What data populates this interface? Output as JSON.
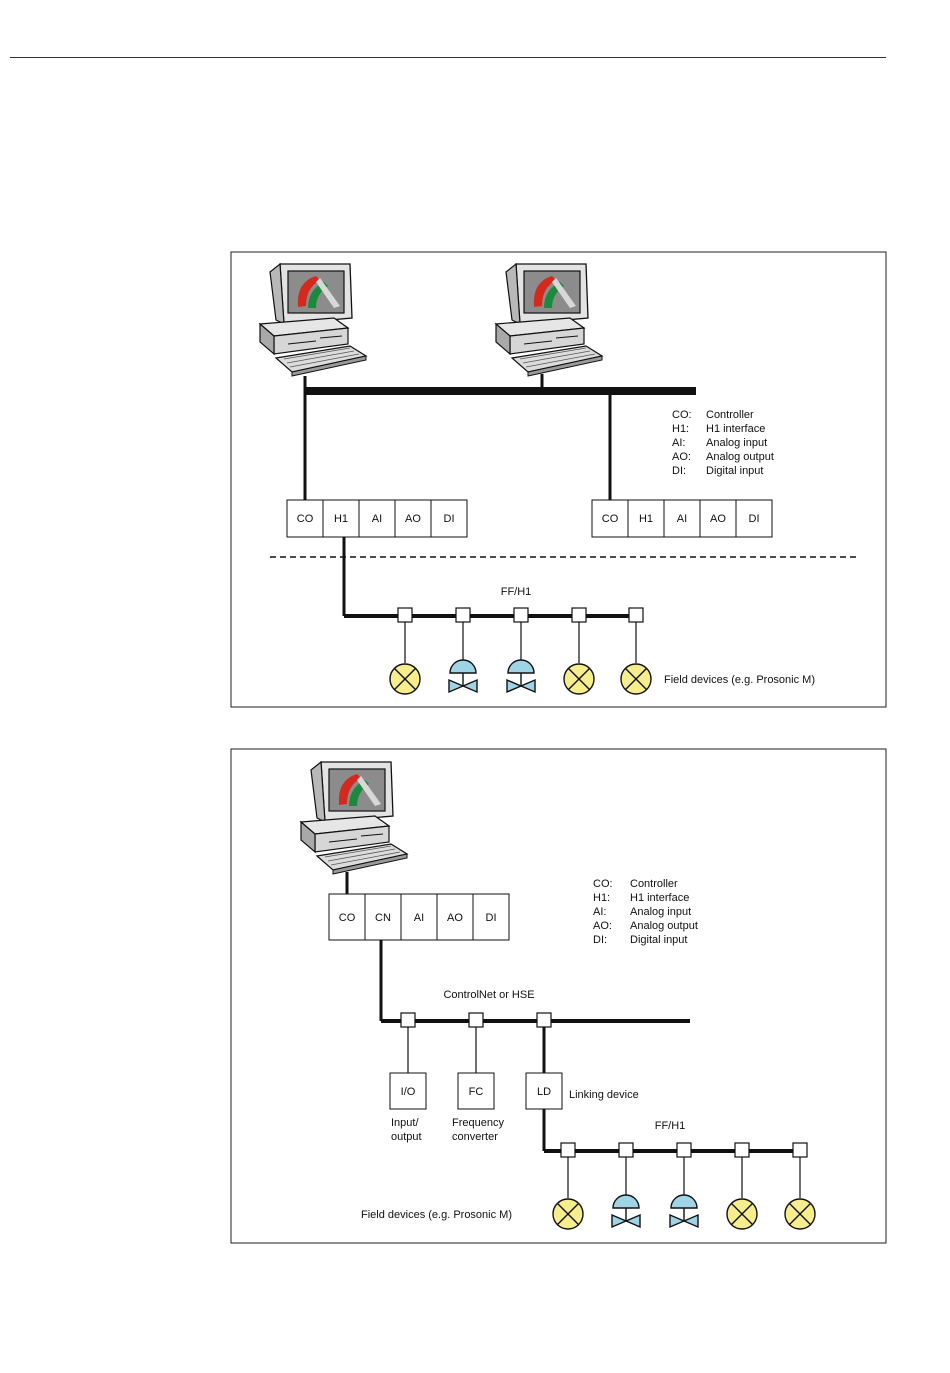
{
  "diagram1": {
    "legend": [
      {
        "code": "CO:",
        "desc": "Controller"
      },
      {
        "code": "H1:",
        "desc": "H1 interface"
      },
      {
        "code": "AI:",
        "desc": "Analog input"
      },
      {
        "code": "AO:",
        "desc": "Analog output"
      },
      {
        "code": "DI:",
        "desc": "Digital input"
      }
    ],
    "rack_left": [
      "CO",
      "H1",
      "AI",
      "AO",
      "DI"
    ],
    "rack_right": [
      "CO",
      "H1",
      "AI",
      "AO",
      "DI"
    ],
    "bus_label": "FF/H1",
    "field_label": "Field devices (e.g. Prosonic M)"
  },
  "diagram2": {
    "legend": [
      {
        "code": "CO:",
        "desc": "Controller"
      },
      {
        "code": "H1:",
        "desc": "H1 interface"
      },
      {
        "code": "AI:",
        "desc": "Analog input"
      },
      {
        "code": "AO:",
        "desc": "Analog output"
      },
      {
        "code": "DI:",
        "desc": "Digital input"
      }
    ],
    "rack": [
      "CO",
      "CN",
      "AI",
      "AO",
      "DI"
    ],
    "network_label": "ControlNet or HSE",
    "io_box": "I/O",
    "io_caption_1": "Input/",
    "io_caption_2": "output",
    "fc_box": "FC",
    "fc_caption_1": "Frequency",
    "fc_caption_2": "converter",
    "ld_box": "LD",
    "ld_caption": "Linking device",
    "bus_label": "FF/H1",
    "field_label": "Field devices (e.g. Prosonic M)"
  },
  "colors": {
    "sensor_fill": "#f6ee8c",
    "valve_fill": "#9fd4e6",
    "screen_red": "#d42a1e",
    "screen_green": "#1c8a3c"
  }
}
